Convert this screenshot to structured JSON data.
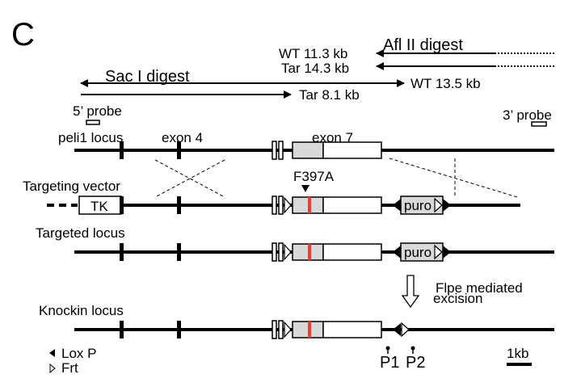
{
  "panel_letter": "C",
  "digests": {
    "afl": {
      "title": "Afl II digest",
      "wt": "WT 11.3 kb",
      "tar": "Tar 14.3 kb"
    },
    "sac": {
      "title": "Sac I digest",
      "wt": "WT 13.5 kb",
      "tar": "Tar 8.1 kb"
    }
  },
  "probes": {
    "five": "5’ probe",
    "three": "3’ probe"
  },
  "loci": {
    "wildtype": {
      "label": "peli1 locus",
      "exon4": "exon 4",
      "exon7": "exon 7"
    },
    "vector": {
      "label": "Targeting vector",
      "tk": "TK",
      "mutation": "F397A",
      "puro": "puro"
    },
    "targeted": {
      "label": "Targeted locus",
      "puro": "puro"
    },
    "excision": {
      "line1": "Flpe mediated",
      "line2": "excision"
    },
    "knockin": {
      "label": "Knockin locus"
    }
  },
  "legend": {
    "loxp": "Lox P",
    "frt": "Frt"
  },
  "primers": {
    "p1": "P1",
    "p2": "P2"
  },
  "scale_bar": "1kb",
  "colors": {
    "line": "#000000",
    "exon_fill": "#d9d9d9",
    "mutation": "#ff3b30",
    "box_fill": "#ffffff"
  }
}
